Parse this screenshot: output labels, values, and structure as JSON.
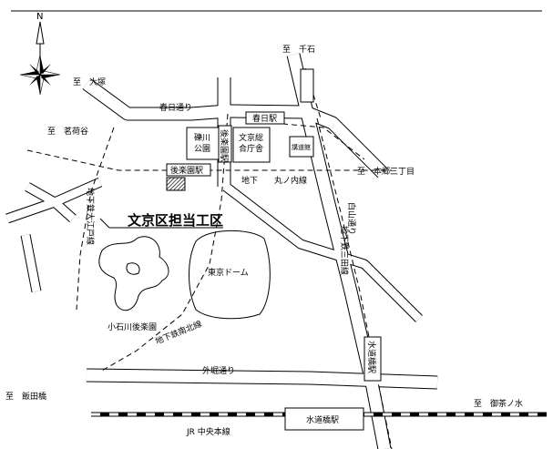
{
  "north": {
    "label": "N"
  },
  "directions": {
    "chitose": "至　千石",
    "otsuka": "至　大塚",
    "myogadani": "至　茗荷谷",
    "hongo": "至　本郷三丁目",
    "iidabashi": "至　飯田橋",
    "ochanomizu": "至　御茶ノ水"
  },
  "roads": {
    "kasuga_dori": "春日通り",
    "hakusan_dori": "白山通り",
    "sotobori_dori": "外堀通り"
  },
  "stations": {
    "kasuga": "春日駅",
    "korakuen": "後楽園駅",
    "korakuen_v": "後楽園駅",
    "suidobashi_v": "水道橋駅",
    "suidobashi": "水道橋駅"
  },
  "buildings": {
    "reisen_park": [
      "礫川",
      "公園"
    ],
    "civic_center": [
      "文京総",
      "合庁舎"
    ],
    "kodokan": "講道館",
    "tokyo_dome": "東京ドーム",
    "koishikawa_garden": "小石川後楽園"
  },
  "lines": {
    "marunouchi": "地下　　丸ノ内線",
    "oedo": "地下鉄大江戸線",
    "mita": "地下鉄三田線",
    "namboku": "地下鉄南北線",
    "jr_chuo": "JR 中央本線"
  },
  "district": {
    "label": "文京区担当工区"
  }
}
